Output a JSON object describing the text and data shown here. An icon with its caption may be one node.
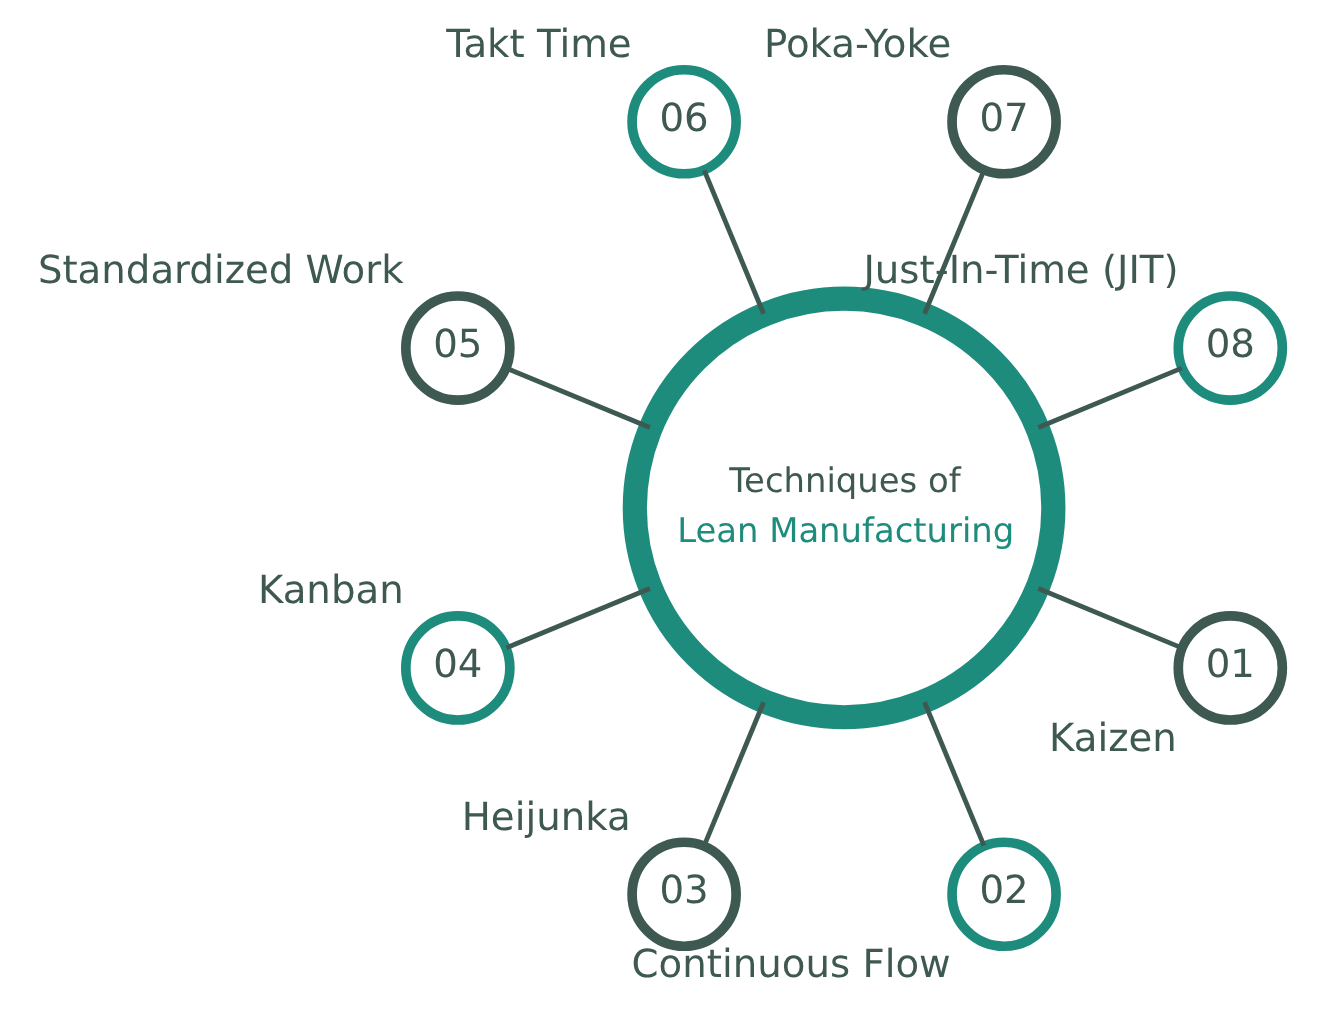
{
  "diagram": {
    "nodes": [
      {
        "text": [
          "Techniques of",
          "Lean Manufacturing"
        ]
      },
      {
        "text": [
          "01"
        ],
        "beside": [
          "Kaizen"
        ]
      },
      {
        "text": [
          "02"
        ],
        "beside": [
          "Continuous Flow"
        ]
      },
      {
        "text": [
          "03"
        ],
        "beside": [
          "Heijunka"
        ]
      },
      {
        "text": [
          "04"
        ],
        "beside": [
          "Kanban"
        ]
      },
      {
        "text": [
          "05"
        ],
        "beside": [
          "Standardized Work"
        ]
      },
      {
        "text": [
          "06"
        ],
        "beside": [
          "Takt Time"
        ]
      },
      {
        "text": [
          "07"
        ],
        "beside": [
          "Poka-Yoke"
        ]
      },
      {
        "text": [
          "08"
        ],
        "beside": [
          "Just-In-Time (JIT)"
        ]
      }
    ],
    "edges": [
      {
        "from": 0,
        "to": 1,
        "arrow": "none"
      },
      {
        "from": 0,
        "to": 2,
        "arrow": "none"
      },
      {
        "from": 0,
        "to": 3,
        "arrow": "none"
      },
      {
        "from": 0,
        "to": 4,
        "arrow": "none"
      },
      {
        "from": 0,
        "to": 5,
        "arrow": "none"
      },
      {
        "from": 0,
        "to": 6,
        "arrow": "none"
      },
      {
        "from": 0,
        "to": 7,
        "arrow": "none"
      },
      {
        "from": 0,
        "to": 8,
        "arrow": "none"
      }
    ]
  }
}
